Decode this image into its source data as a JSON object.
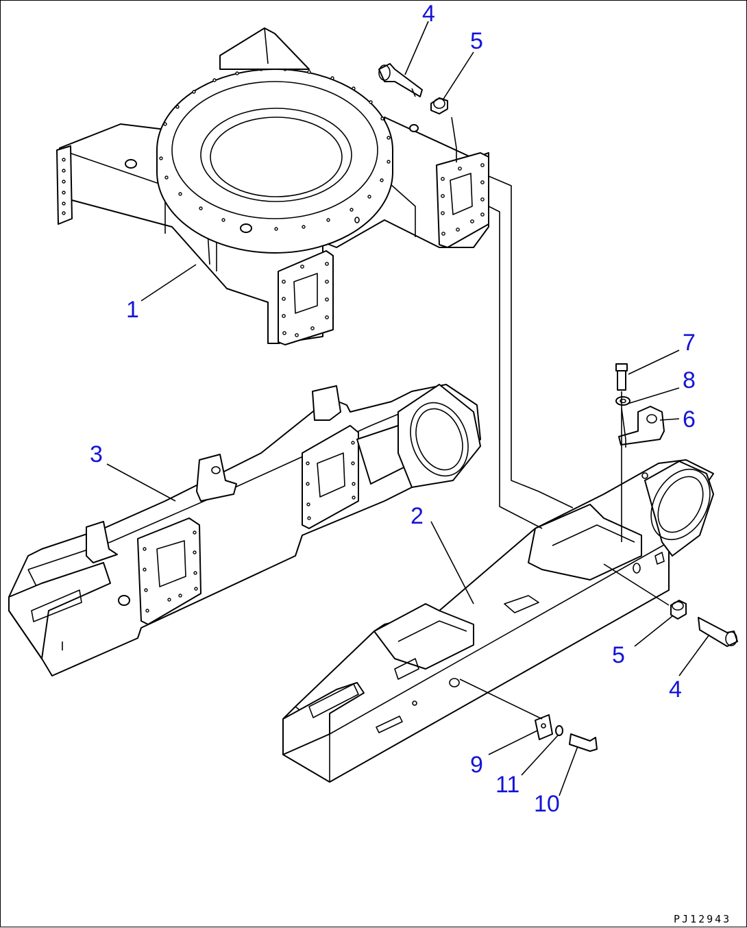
{
  "diagram": {
    "figure_code": "PJ12943",
    "callout_color": "#1414d8",
    "callouts": [
      {
        "id": "callout-1-track-frame-center",
        "label": "1"
      },
      {
        "id": "callout-2-track-frame-right",
        "label": "2"
      },
      {
        "id": "callout-3-track-frame-left",
        "label": "3"
      },
      {
        "id": "callout-4-pin-upper",
        "label": "4"
      },
      {
        "id": "callout-5-bushing-upper",
        "label": "5"
      },
      {
        "id": "callout-6-bracket",
        "label": "6"
      },
      {
        "id": "callout-7-bolt",
        "label": "7"
      },
      {
        "id": "callout-8-washer",
        "label": "8"
      },
      {
        "id": "callout-5-bushing-lower",
        "label": "5"
      },
      {
        "id": "callout-4-pin-lower",
        "label": "4"
      },
      {
        "id": "callout-9-plate",
        "label": "9"
      },
      {
        "id": "callout-11-washer",
        "label": "11"
      },
      {
        "id": "callout-10-bolt",
        "label": "10"
      }
    ]
  }
}
